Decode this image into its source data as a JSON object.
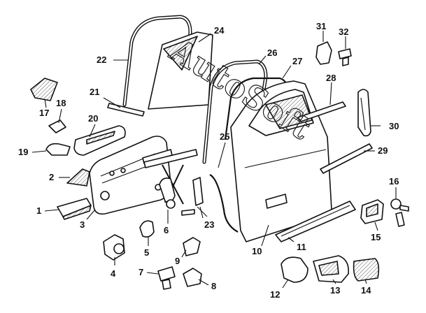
{
  "diagram": {
    "watermark": "AutoSoft",
    "labels": {
      "p1": "1",
      "p2": "2",
      "p3": "3",
      "p4": "4",
      "p5": "5",
      "p6": "6",
      "p7": "7",
      "p8": "8",
      "p9": "9",
      "p10": "10",
      "p11": "11",
      "p12": "12",
      "p13": "13",
      "p14": "14",
      "p15": "15",
      "p16": "16",
      "p17": "17",
      "p18": "18",
      "p19": "19",
      "p20": "20",
      "p21": "21",
      "p22": "22",
      "p23": "23",
      "p24": "24",
      "p25": "25",
      "p26": "26",
      "p27": "27",
      "p28": "28",
      "p29": "29",
      "p30": "30",
      "p31": "31",
      "p32": "32"
    },
    "colors": {
      "line": "#111111",
      "background": "#ffffff"
    }
  }
}
